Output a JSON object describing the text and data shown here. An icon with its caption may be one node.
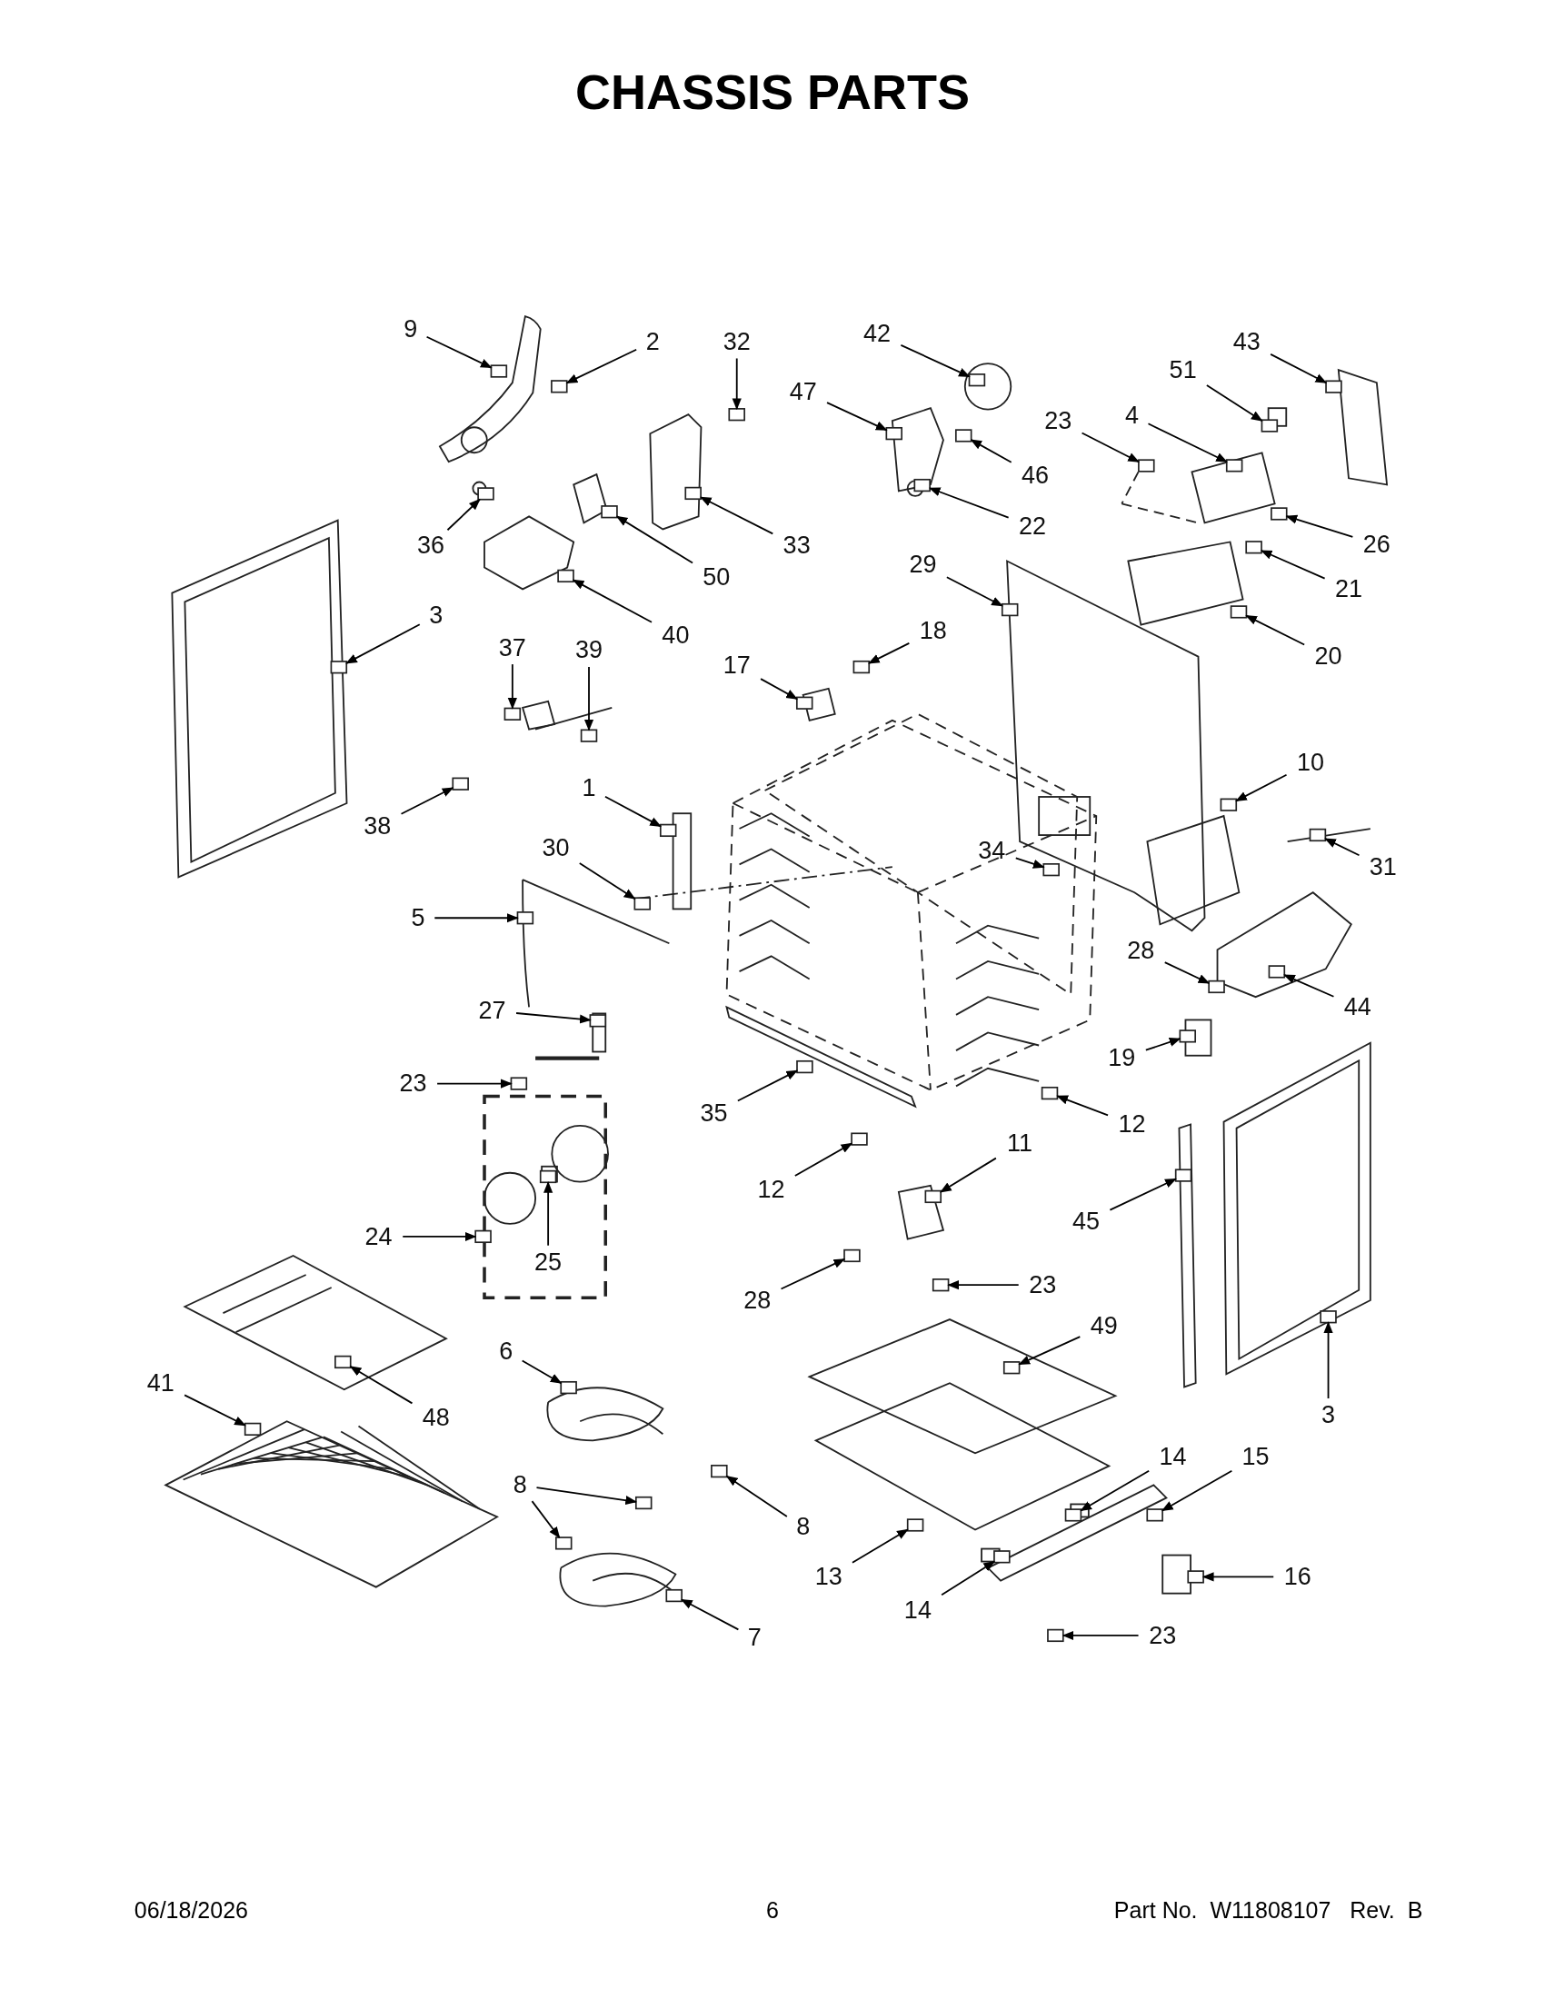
{
  "diagram": {
    "title": "CHASSIS PARTS",
    "nodes": [
      {
        "text": [
          "9"
        ]
      },
      {
        "text": [
          "2"
        ]
      },
      {
        "text": [
          "32"
        ]
      },
      {
        "text": [
          "42"
        ]
      },
      {
        "text": [
          "43"
        ]
      },
      {
        "text": [
          "51"
        ]
      },
      {
        "text": [
          "47"
        ]
      },
      {
        "text": [
          "23"
        ]
      },
      {
        "text": [
          "4"
        ]
      },
      {
        "text": [
          "46"
        ]
      },
      {
        "text": [
          "22"
        ]
      },
      {
        "text": [
          "36"
        ]
      },
      {
        "text": [
          "33"
        ]
      },
      {
        "text": [
          "26"
        ]
      },
      {
        "text": [
          "50"
        ]
      },
      {
        "text": [
          "21"
        ]
      },
      {
        "text": [
          "29"
        ]
      },
      {
        "text": [
          "3"
        ]
      },
      {
        "text": [
          "40"
        ]
      },
      {
        "text": [
          "18"
        ]
      },
      {
        "text": [
          "37"
        ]
      },
      {
        "text": [
          "39"
        ]
      },
      {
        "text": [
          "20"
        ]
      },
      {
        "text": [
          "17"
        ]
      },
      {
        "text": [
          "10"
        ]
      },
      {
        "text": [
          "1"
        ]
      },
      {
        "text": [
          "38"
        ]
      },
      {
        "text": [
          "30"
        ]
      },
      {
        "text": [
          "34"
        ]
      },
      {
        "text": [
          "31"
        ]
      },
      {
        "text": [
          "5"
        ]
      },
      {
        "text": [
          "28"
        ]
      },
      {
        "text": [
          "44"
        ]
      },
      {
        "text": [
          "27"
        ]
      },
      {
        "text": [
          "19"
        ]
      },
      {
        "text": [
          "23"
        ]
      },
      {
        "text": [
          "35"
        ]
      },
      {
        "text": [
          "12"
        ]
      },
      {
        "text": [
          "11"
        ]
      },
      {
        "text": [
          "12"
        ]
      },
      {
        "text": [
          "45"
        ]
      },
      {
        "text": [
          "24"
        ]
      },
      {
        "text": [
          "25"
        ]
      },
      {
        "text": [
          "28"
        ]
      },
      {
        "text": [
          "23"
        ]
      },
      {
        "text": [
          "49"
        ]
      },
      {
        "text": [
          "6"
        ]
      },
      {
        "text": [
          "41"
        ]
      },
      {
        "text": [
          "48"
        ]
      },
      {
        "text": [
          "3"
        ]
      },
      {
        "text": [
          "14"
        ]
      },
      {
        "text": [
          "15"
        ]
      },
      {
        "text": [
          "8"
        ]
      },
      {
        "text": [
          "8"
        ]
      },
      {
        "text": [
          "13"
        ]
      },
      {
        "text": [
          "16"
        ]
      },
      {
        "text": [
          "14"
        ]
      },
      {
        "text": [
          "23"
        ]
      },
      {
        "text": [
          "7"
        ]
      },
      {
        "text": [],
        "shape": "box"
      },
      {
        "text": [],
        "shape": "box"
      },
      {
        "text": [],
        "shape": "box"
      },
      {
        "text": [],
        "shape": "box"
      },
      {
        "text": [],
        "shape": "box"
      },
      {
        "text": [],
        "shape": "box"
      },
      {
        "text": [],
        "shape": "box"
      },
      {
        "text": [],
        "shape": "box"
      },
      {
        "text": [],
        "shape": "box"
      },
      {
        "text": [],
        "shape": "box"
      },
      {
        "text": [],
        "shape": "box"
      },
      {
        "text": [],
        "shape": "box"
      },
      {
        "text": [],
        "shape": "box"
      },
      {
        "text": [],
        "shape": "box"
      },
      {
        "text": [],
        "shape": "box"
      },
      {
        "text": [],
        "shape": "box"
      },
      {
        "text": [],
        "shape": "box"
      },
      {
        "text": [],
        "shape": "box"
      },
      {
        "text": [],
        "shape": "box"
      },
      {
        "text": [],
        "shape": "box"
      },
      {
        "text": [],
        "shape": "box"
      },
      {
        "text": [],
        "shape": "box"
      },
      {
        "text": [],
        "shape": "box"
      },
      {
        "text": [],
        "shape": "box"
      },
      {
        "text": [],
        "shape": "box"
      },
      {
        "text": [],
        "shape": "box"
      },
      {
        "text": [],
        "shape": "box"
      },
      {
        "text": [],
        "shape": "box"
      },
      {
        "text": [],
        "shape": "box"
      },
      {
        "text": [],
        "shape": "box"
      },
      {
        "text": [],
        "shape": "box"
      },
      {
        "text": [],
        "shape": "box"
      },
      {
        "text": [],
        "shape": "box"
      },
      {
        "text": [],
        "shape": "box"
      },
      {
        "text": [],
        "shape": "box"
      },
      {
        "text": [],
        "shape": "box"
      },
      {
        "text": [],
        "shape": "box"
      },
      {
        "text": [],
        "shape": "box"
      },
      {
        "text": [],
        "shape": "box"
      },
      {
        "text": [],
        "shape": "box"
      },
      {
        "text": [],
        "shape": "box"
      },
      {
        "text": [],
        "shape": "box"
      },
      {
        "text": [],
        "shape": "box"
      },
      {
        "text": [],
        "shape": "box"
      },
      {
        "text": [],
        "shape": "box"
      },
      {
        "text": [],
        "shape": "box"
      },
      {
        "text": [],
        "shape": "box"
      },
      {
        "text": [],
        "shape": "box"
      },
      {
        "text": [],
        "shape": "box"
      },
      {
        "text": [],
        "shape": "box"
      },
      {
        "text": [],
        "shape": "box"
      },
      {
        "text": [],
        "shape": "box"
      },
      {
        "text": [],
        "shape": "box"
      },
      {
        "text": [],
        "shape": "box"
      },
      {
        "text": [],
        "shape": "box"
      },
      {
        "text": [],
        "shape": "box"
      },
      {
        "text": [],
        "shape": "box"
      },
      {
        "text": [],
        "shape": "box"
      },
      {
        "text": [],
        "shape": "box"
      },
      {
        "text": [],
        "shape": "box"
      }
    ],
    "edges": [
      {
        "from": 0,
        "to": 59,
        "arrow": "to"
      },
      {
        "from": 1,
        "to": 60,
        "arrow": "to"
      },
      {
        "from": 2,
        "to": 61,
        "arrow": "to"
      },
      {
        "from": 3,
        "to": 62,
        "arrow": "to"
      },
      {
        "from": 4,
        "to": 63,
        "arrow": "to"
      },
      {
        "from": 5,
        "to": 64,
        "arrow": "to"
      },
      {
        "from": 6,
        "to": 65,
        "arrow": "to"
      },
      {
        "from": 7,
        "to": 66,
        "arrow": "to"
      },
      {
        "from": 8,
        "to": 67,
        "arrow": "to"
      },
      {
        "from": 9,
        "to": 68,
        "arrow": "to"
      },
      {
        "from": 10,
        "to": 69,
        "arrow": "to"
      },
      {
        "from": 11,
        "to": 70,
        "arrow": "to"
      },
      {
        "from": 12,
        "to": 71,
        "arrow": "to"
      },
      {
        "from": 13,
        "to": 72,
        "arrow": "to"
      },
      {
        "from": 14,
        "to": 73,
        "arrow": "to"
      },
      {
        "from": 15,
        "to": 74,
        "arrow": "to"
      },
      {
        "from": 16,
        "to": 75,
        "arrow": "to"
      },
      {
        "from": 17,
        "to": 76,
        "arrow": "to"
      },
      {
        "from": 18,
        "to": 77,
        "arrow": "to"
      },
      {
        "from": 19,
        "to": 78,
        "arrow": "to"
      },
      {
        "from": 20,
        "to": 79,
        "arrow": "to"
      },
      {
        "from": 21,
        "to": 80,
        "arrow": "to"
      },
      {
        "from": 22,
        "to": 81,
        "arrow": "to"
      },
      {
        "from": 23,
        "to": 82,
        "arrow": "to"
      },
      {
        "from": 24,
        "to": 83,
        "arrow": "to"
      },
      {
        "from": 25,
        "to": 84,
        "arrow": "to"
      },
      {
        "from": 26,
        "to": 85,
        "arrow": "to"
      },
      {
        "from": 27,
        "to": 86,
        "arrow": "to"
      },
      {
        "from": 28,
        "to": 87,
        "arrow": "to"
      },
      {
        "from": 29,
        "to": 88,
        "arrow": "to"
      },
      {
        "from": 30,
        "to": 89,
        "arrow": "to"
      },
      {
        "from": 31,
        "to": 90,
        "arrow": "to"
      },
      {
        "from": 32,
        "to": 91,
        "arrow": "to"
      },
      {
        "from": 33,
        "to": 92,
        "arrow": "to"
      },
      {
        "from": 34,
        "to": 93,
        "arrow": "to"
      },
      {
        "from": 35,
        "to": 94,
        "arrow": "to"
      },
      {
        "from": 36,
        "to": 95,
        "arrow": "to"
      },
      {
        "from": 37,
        "to": 96,
        "arrow": "to"
      },
      {
        "from": 38,
        "to": 97,
        "arrow": "to"
      },
      {
        "from": 39,
        "to": 98,
        "arrow": "to"
      },
      {
        "from": 40,
        "to": 99,
        "arrow": "to"
      },
      {
        "from": 41,
        "to": 100,
        "arrow": "to"
      },
      {
        "from": 42,
        "to": 101,
        "arrow": "to"
      },
      {
        "from": 43,
        "to": 102,
        "arrow": "to"
      },
      {
        "from": 44,
        "to": 103,
        "arrow": "to"
      },
      {
        "from": 45,
        "to": 104,
        "arrow": "to"
      },
      {
        "from": 46,
        "to": 105,
        "arrow": "to"
      },
      {
        "from": 47,
        "to": 106,
        "arrow": "to"
      },
      {
        "from": 48,
        "to": 107,
        "arrow": "to"
      },
      {
        "from": 49,
        "to": 108,
        "arrow": "to"
      },
      {
        "from": 50,
        "to": 109,
        "arrow": "to"
      },
      {
        "from": 51,
        "to": 110,
        "arrow": "to"
      },
      {
        "from": 52,
        "to": 111,
        "arrow": "to"
      },
      {
        "from": 52,
        "to": 112,
        "arrow": "to"
      },
      {
        "from": 53,
        "to": 113,
        "arrow": "to"
      },
      {
        "from": 54,
        "to": 114,
        "arrow": "to"
      },
      {
        "from": 55,
        "to": 115,
        "arrow": "to"
      },
      {
        "from": 56,
        "to": 116,
        "arrow": "to"
      },
      {
        "from": 57,
        "to": 117,
        "arrow": "to"
      },
      {
        "from": 58,
        "to": 118,
        "arrow": "to"
      }
    ],
    "labels": [
      "06/18/2026",
      "6",
      "Part No.  W11808107   Rev.  B"
    ]
  }
}
